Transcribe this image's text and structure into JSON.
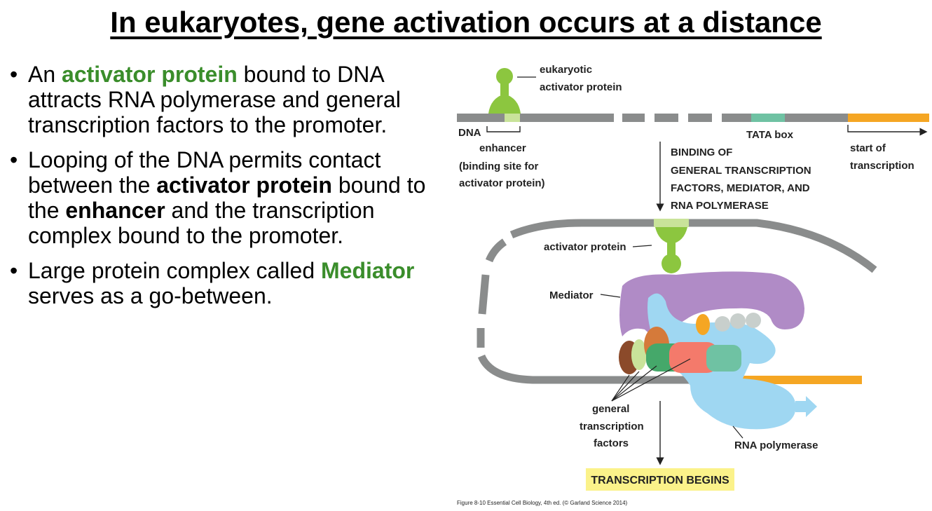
{
  "title": "In eukaryotes, gene activation occurs at a distance",
  "bullets": [
    {
      "prefix": "An ",
      "emph": "activator protein",
      "rest": " bound to DNA attracts RNA polymerase and general transcription factors to the promoter."
    },
    {
      "t1": "Looping of the DNA permits contact between the ",
      "b1": "activator protein",
      "t2": " bound to the ",
      "b2": "enhancer",
      "t3": " and the transcription complex bound to the promoter."
    },
    {
      "t1": "Large protein complex called ",
      "g1": "Mediator",
      "t2": " serves as a go-between."
    }
  ],
  "diagram": {
    "eukaryotic_activator_1": "eukaryotic",
    "eukaryotic_activator_2": "activator protein",
    "dna": "DNA",
    "enhancer_1": "enhancer",
    "enhancer_2": "(binding site for",
    "enhancer_3": "activator protein)",
    "tata_box": "TATA box",
    "start_1": "start of",
    "start_2": "transcription",
    "binding_1": "BINDING OF",
    "binding_2": "GENERAL TRANSCRIPTION",
    "binding_3": "FACTORS, MEDIATOR, AND",
    "binding_4": "RNA POLYMERASE",
    "activator_protein": "activator protein",
    "mediator": "Mediator",
    "gtf_1": "general",
    "gtf_2": "transcription",
    "gtf_3": "factors",
    "rna_polymerase": "RNA polymerase",
    "transcription_begins": "TRANSCRIPTION BEGINS",
    "colors": {
      "dna": "#8a8c8c",
      "activator": "#8cc63f",
      "enhancer": "#c9e39a",
      "tata": "#6fc2a3",
      "transcribed": "#f5a623",
      "mediator": "#b08bc6",
      "polymerase": "#9fd7f2",
      "highlight": "#fbf28a"
    }
  },
  "caption": "Figure 8-10 Essential Cell Biology, 4th ed. (© Garland Science 2014)"
}
